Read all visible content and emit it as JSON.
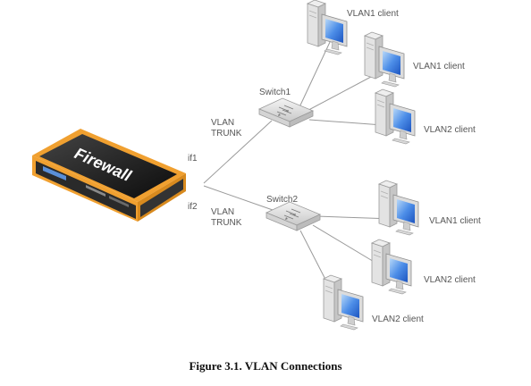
{
  "firewall": {
    "label": "Firewall"
  },
  "interfaces": {
    "if1": "if1",
    "if2": "if2"
  },
  "trunks": [
    {
      "line1": "VLAN",
      "line2": "TRUNK"
    },
    {
      "line1": "VLAN",
      "line2": "TRUNK"
    }
  ],
  "switches": [
    {
      "label": "Switch1"
    },
    {
      "label": "Switch2"
    }
  ],
  "clients": [
    {
      "label": "VLAN1 client"
    },
    {
      "label": "VLAN1 client"
    },
    {
      "label": "VLAN2 client"
    },
    {
      "label": "VLAN1 client"
    },
    {
      "label": "VLAN2 client"
    },
    {
      "label": "VLAN2 client"
    }
  ],
  "caption": "Figure 3.1. VLAN Connections",
  "colors": {
    "firewall_accent": "#f0a030",
    "firewall_body": "#1c1c1c",
    "line": "#9a9a9a"
  }
}
